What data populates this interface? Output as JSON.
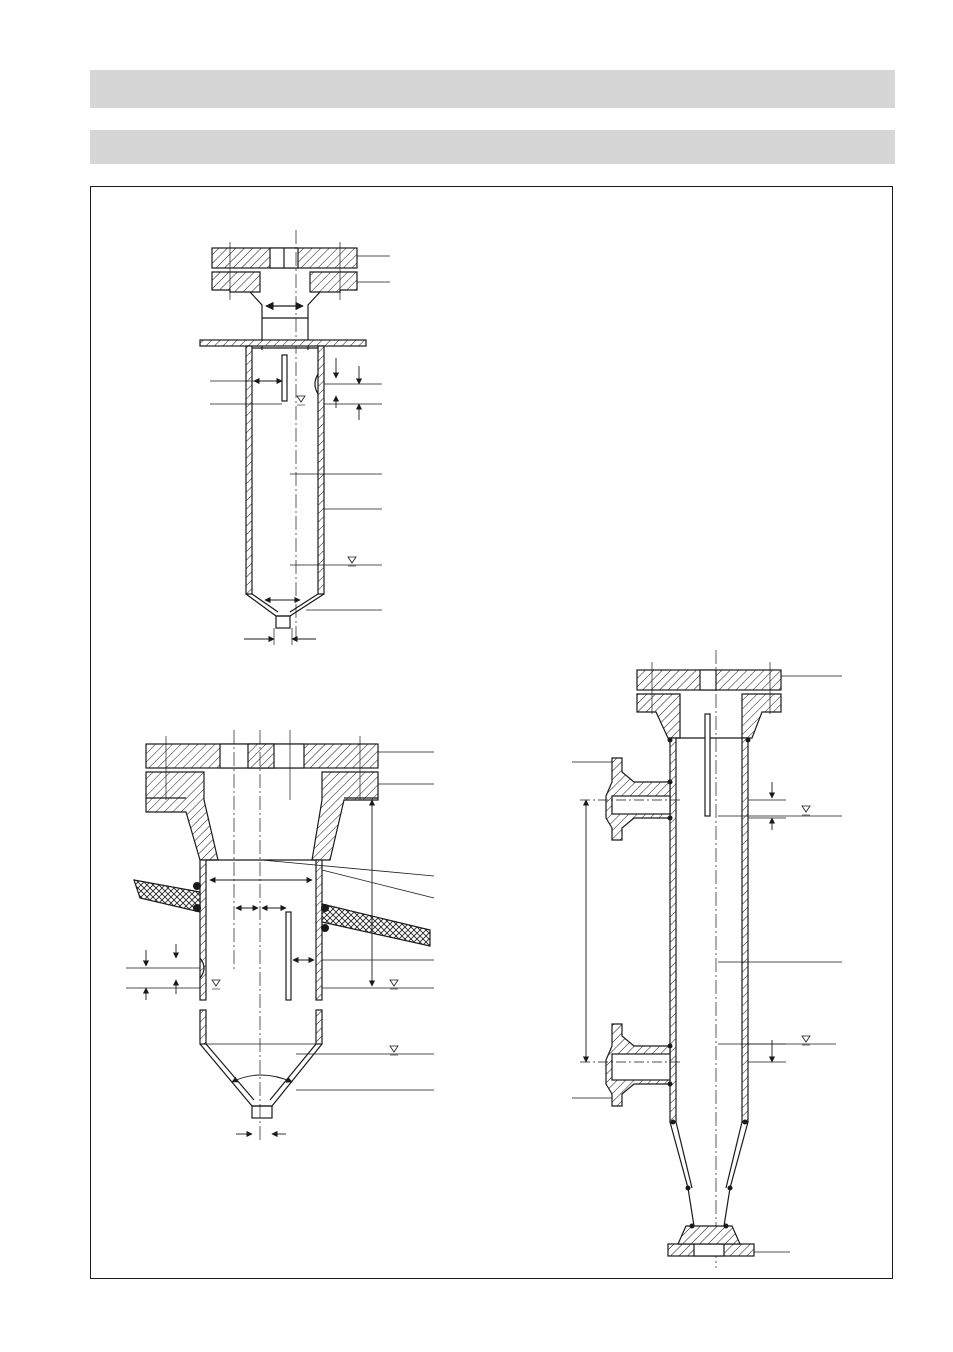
{
  "page": {
    "header_bar_1": "",
    "header_bar_2": ""
  },
  "figures": [
    {
      "id": "figure-top-left",
      "labels": []
    },
    {
      "id": "figure-bottom-left",
      "labels": []
    },
    {
      "id": "figure-right",
      "labels": []
    }
  ],
  "colors": {
    "line": "#1a1a1a",
    "bar": "#d6d6d6",
    "background": "#ffffff"
  }
}
